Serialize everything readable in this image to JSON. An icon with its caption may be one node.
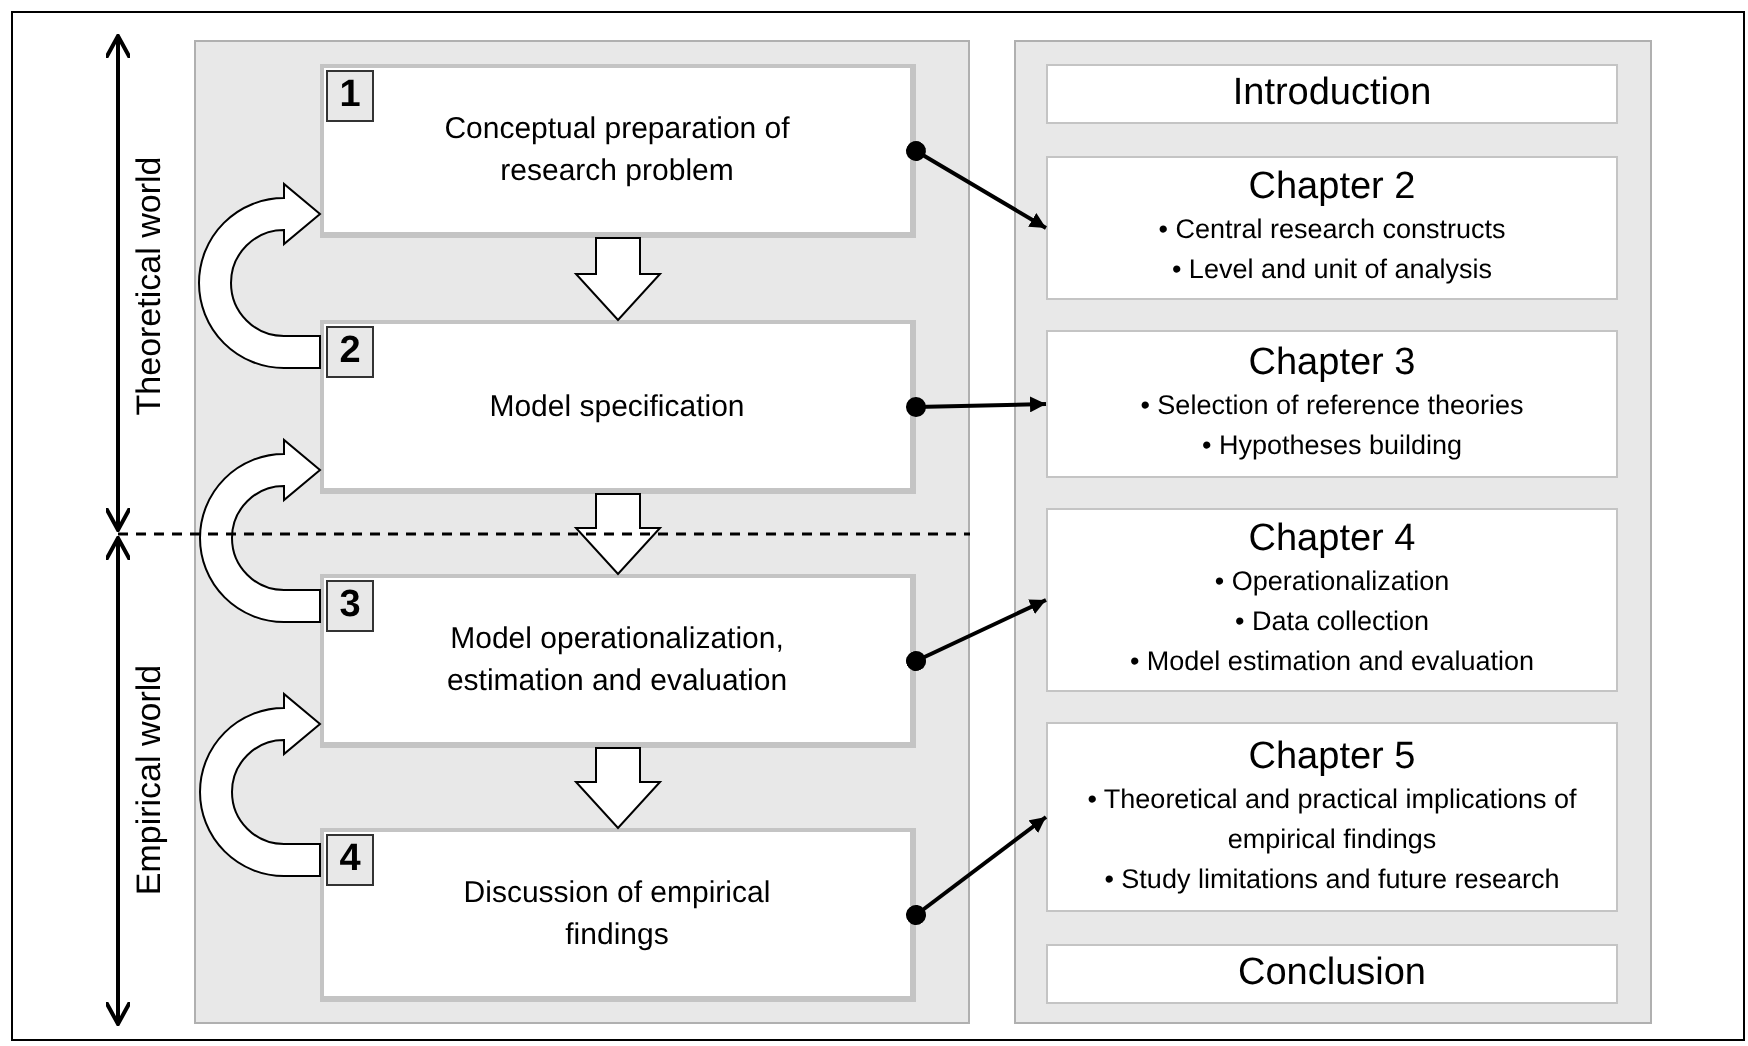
{
  "diagram": {
    "nodes": [
      {
        "text": [],
        "shape": "box"
      },
      {
        "text": [
          "1",
          "Conceptual preparation of research problem"
        ],
        "in": 0
      },
      {
        "text": [
          "2",
          "Model specification"
        ],
        "in": 0
      },
      {
        "text": [
          "3",
          "Model operationalization, estimation and evaluation"
        ],
        "in": 0
      },
      {
        "text": [
          "4",
          "Discussion of empirical findings"
        ],
        "in": 0
      },
      {
        "text": [],
        "shape": "box"
      },
      {
        "text": [
          "Introduction"
        ],
        "in": 5
      },
      {
        "text": [
          "Chapter 2",
          "• Central research constructs",
          "• Level and unit of analysis"
        ],
        "in": 5
      },
      {
        "text": [
          "Chapter 3",
          "• Selection of reference theories",
          "• Hypotheses building"
        ],
        "in": 5
      },
      {
        "text": [
          "Chapter 4",
          "• Operationalization",
          "• Data collection",
          "• Model estimation and evaluation"
        ],
        "in": 5
      },
      {
        "text": [
          "Chapter 5",
          "• Theoretical and practical implications of empirical findings",
          "• Study limitations and future research"
        ],
        "in": 5
      },
      {
        "text": [
          "Conclusion"
        ],
        "in": 5
      }
    ],
    "edges": [
      {
        "from": 1,
        "to": 2,
        "arrow": "to"
      },
      {
        "from": 2,
        "to": 3,
        "arrow": "to"
      },
      {
        "from": 3,
        "to": 4,
        "arrow": "to"
      },
      {
        "from": 2,
        "to": 1,
        "arrow": "to"
      },
      {
        "from": 3,
        "to": 2,
        "arrow": "to"
      },
      {
        "from": 4,
        "to": 3,
        "arrow": "to"
      },
      {
        "from": 1,
        "to": 7,
        "arrow": "to"
      },
      {
        "from": 2,
        "to": 8,
        "arrow": "to"
      },
      {
        "from": 3,
        "to": 9,
        "arrow": "to"
      },
      {
        "from": 4,
        "to": 10,
        "arrow": "to"
      }
    ],
    "labels": [
      "Theoretical world",
      "Empirical world"
    ]
  }
}
